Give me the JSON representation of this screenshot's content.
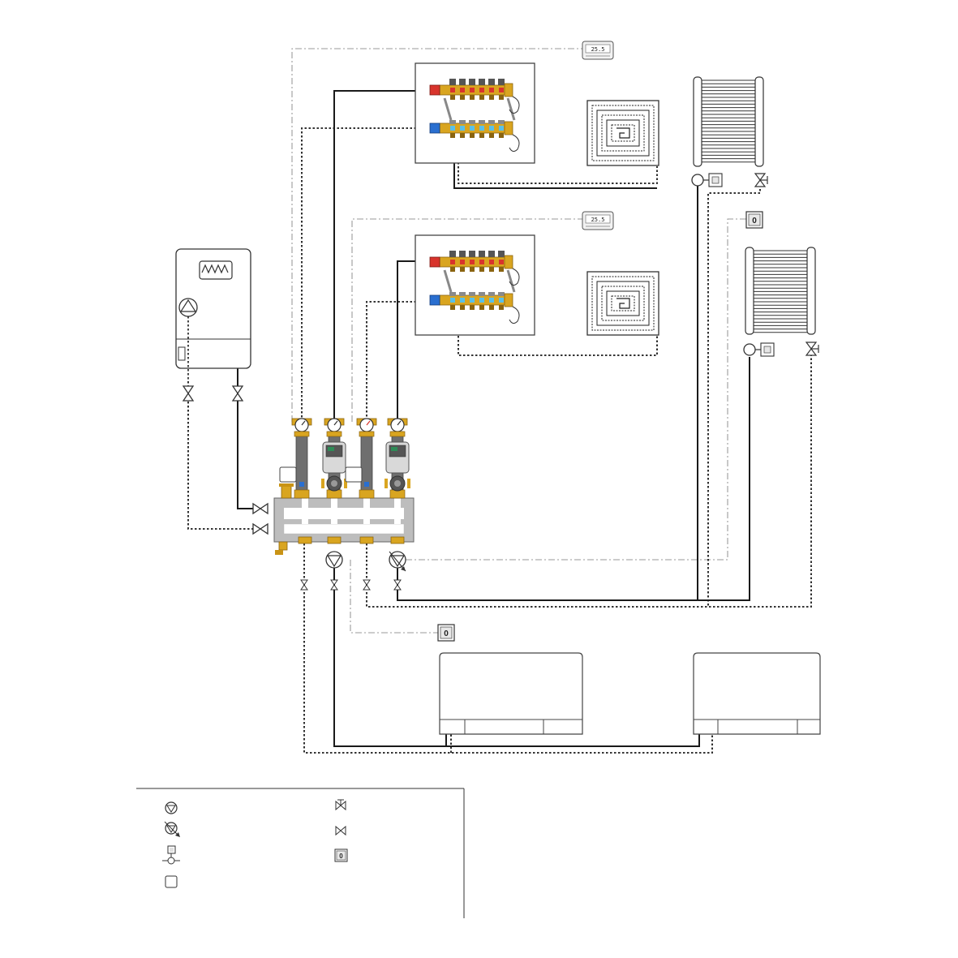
{
  "diagram": {
    "colors": {
      "flow_line": "#1a1a1a",
      "return_line": "#1a1a1a",
      "signal_line": "#9a9a9a",
      "brass": "#d9a520",
      "brass_dark": "#8a6410",
      "manifold_red": "#d8342c",
      "manifold_blue": "#2a6fd0",
      "collector_body": "#7a7a7a",
      "pump_green": "#2e8b57"
    },
    "icons": [
      "thermostat-icon",
      "underfloor-loop-icon",
      "radiator-icon",
      "boiler-icon",
      "heat-exchanger-icon",
      "pump-icon",
      "valve-icon",
      "probe-icon",
      "fan-coil-icon",
      "manifold-icon",
      "mixing-valve-icon"
    ],
    "thermostat_display": {
      "t1": "25.5",
      "t2": "25.5"
    },
    "probe_label": "0",
    "legend": {
      "icons": [
        "pump-icon",
        "modulating-pump-icon",
        "temperature-sensor-icon",
        "blank-module-icon",
        "balancing-valve-icon",
        "shut-off-valve-icon",
        "probe-icon"
      ]
    }
  }
}
